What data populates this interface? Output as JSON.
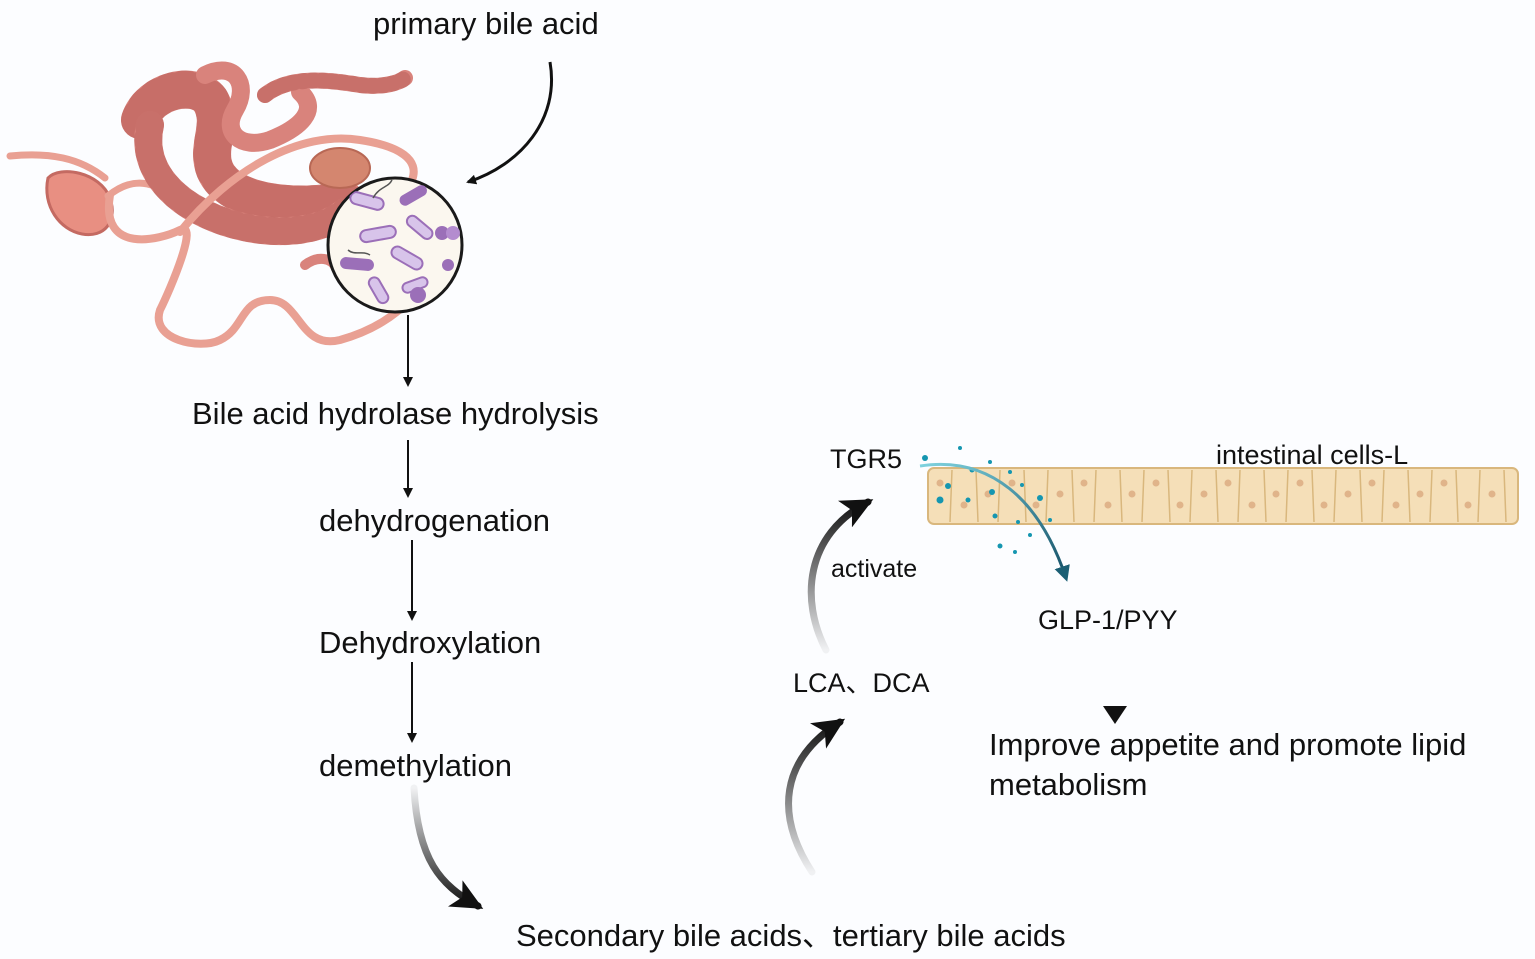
{
  "labels": {
    "primary": "primary bile acid",
    "hydrolysis": "Bile acid hydrolase hydrolysis",
    "dehydrogenation": "dehydrogenation",
    "dehydroxylation": "Dehydroxylation",
    "demethylation": "demethylation",
    "secondary": "Secondary bile acids、tertiary bile acids",
    "lca_dca": "LCA、DCA",
    "activate": "activate",
    "tgr5": "TGR5",
    "intestinal": "intestinal cells-L",
    "glp": "GLP-1/PYY",
    "outcome_line1": "Improve appetite and promote lipid",
    "outcome_line2": "metabolism"
  },
  "colors": {
    "intestine": "#d9837c",
    "intestine_dark": "#b85d57",
    "mesentery": "#e9a093",
    "microbe_purple": "#9b6fb8",
    "microbe_light": "#d8c4ea",
    "cell_fill": "#f5dfb8",
    "cell_border": "#d9b77d",
    "signal": "#1596b0",
    "arrow": "#111111"
  },
  "icons": [
    "intestine-illustration",
    "microbiota-magnifier-icon",
    "intestinal-l-cell-layer"
  ]
}
